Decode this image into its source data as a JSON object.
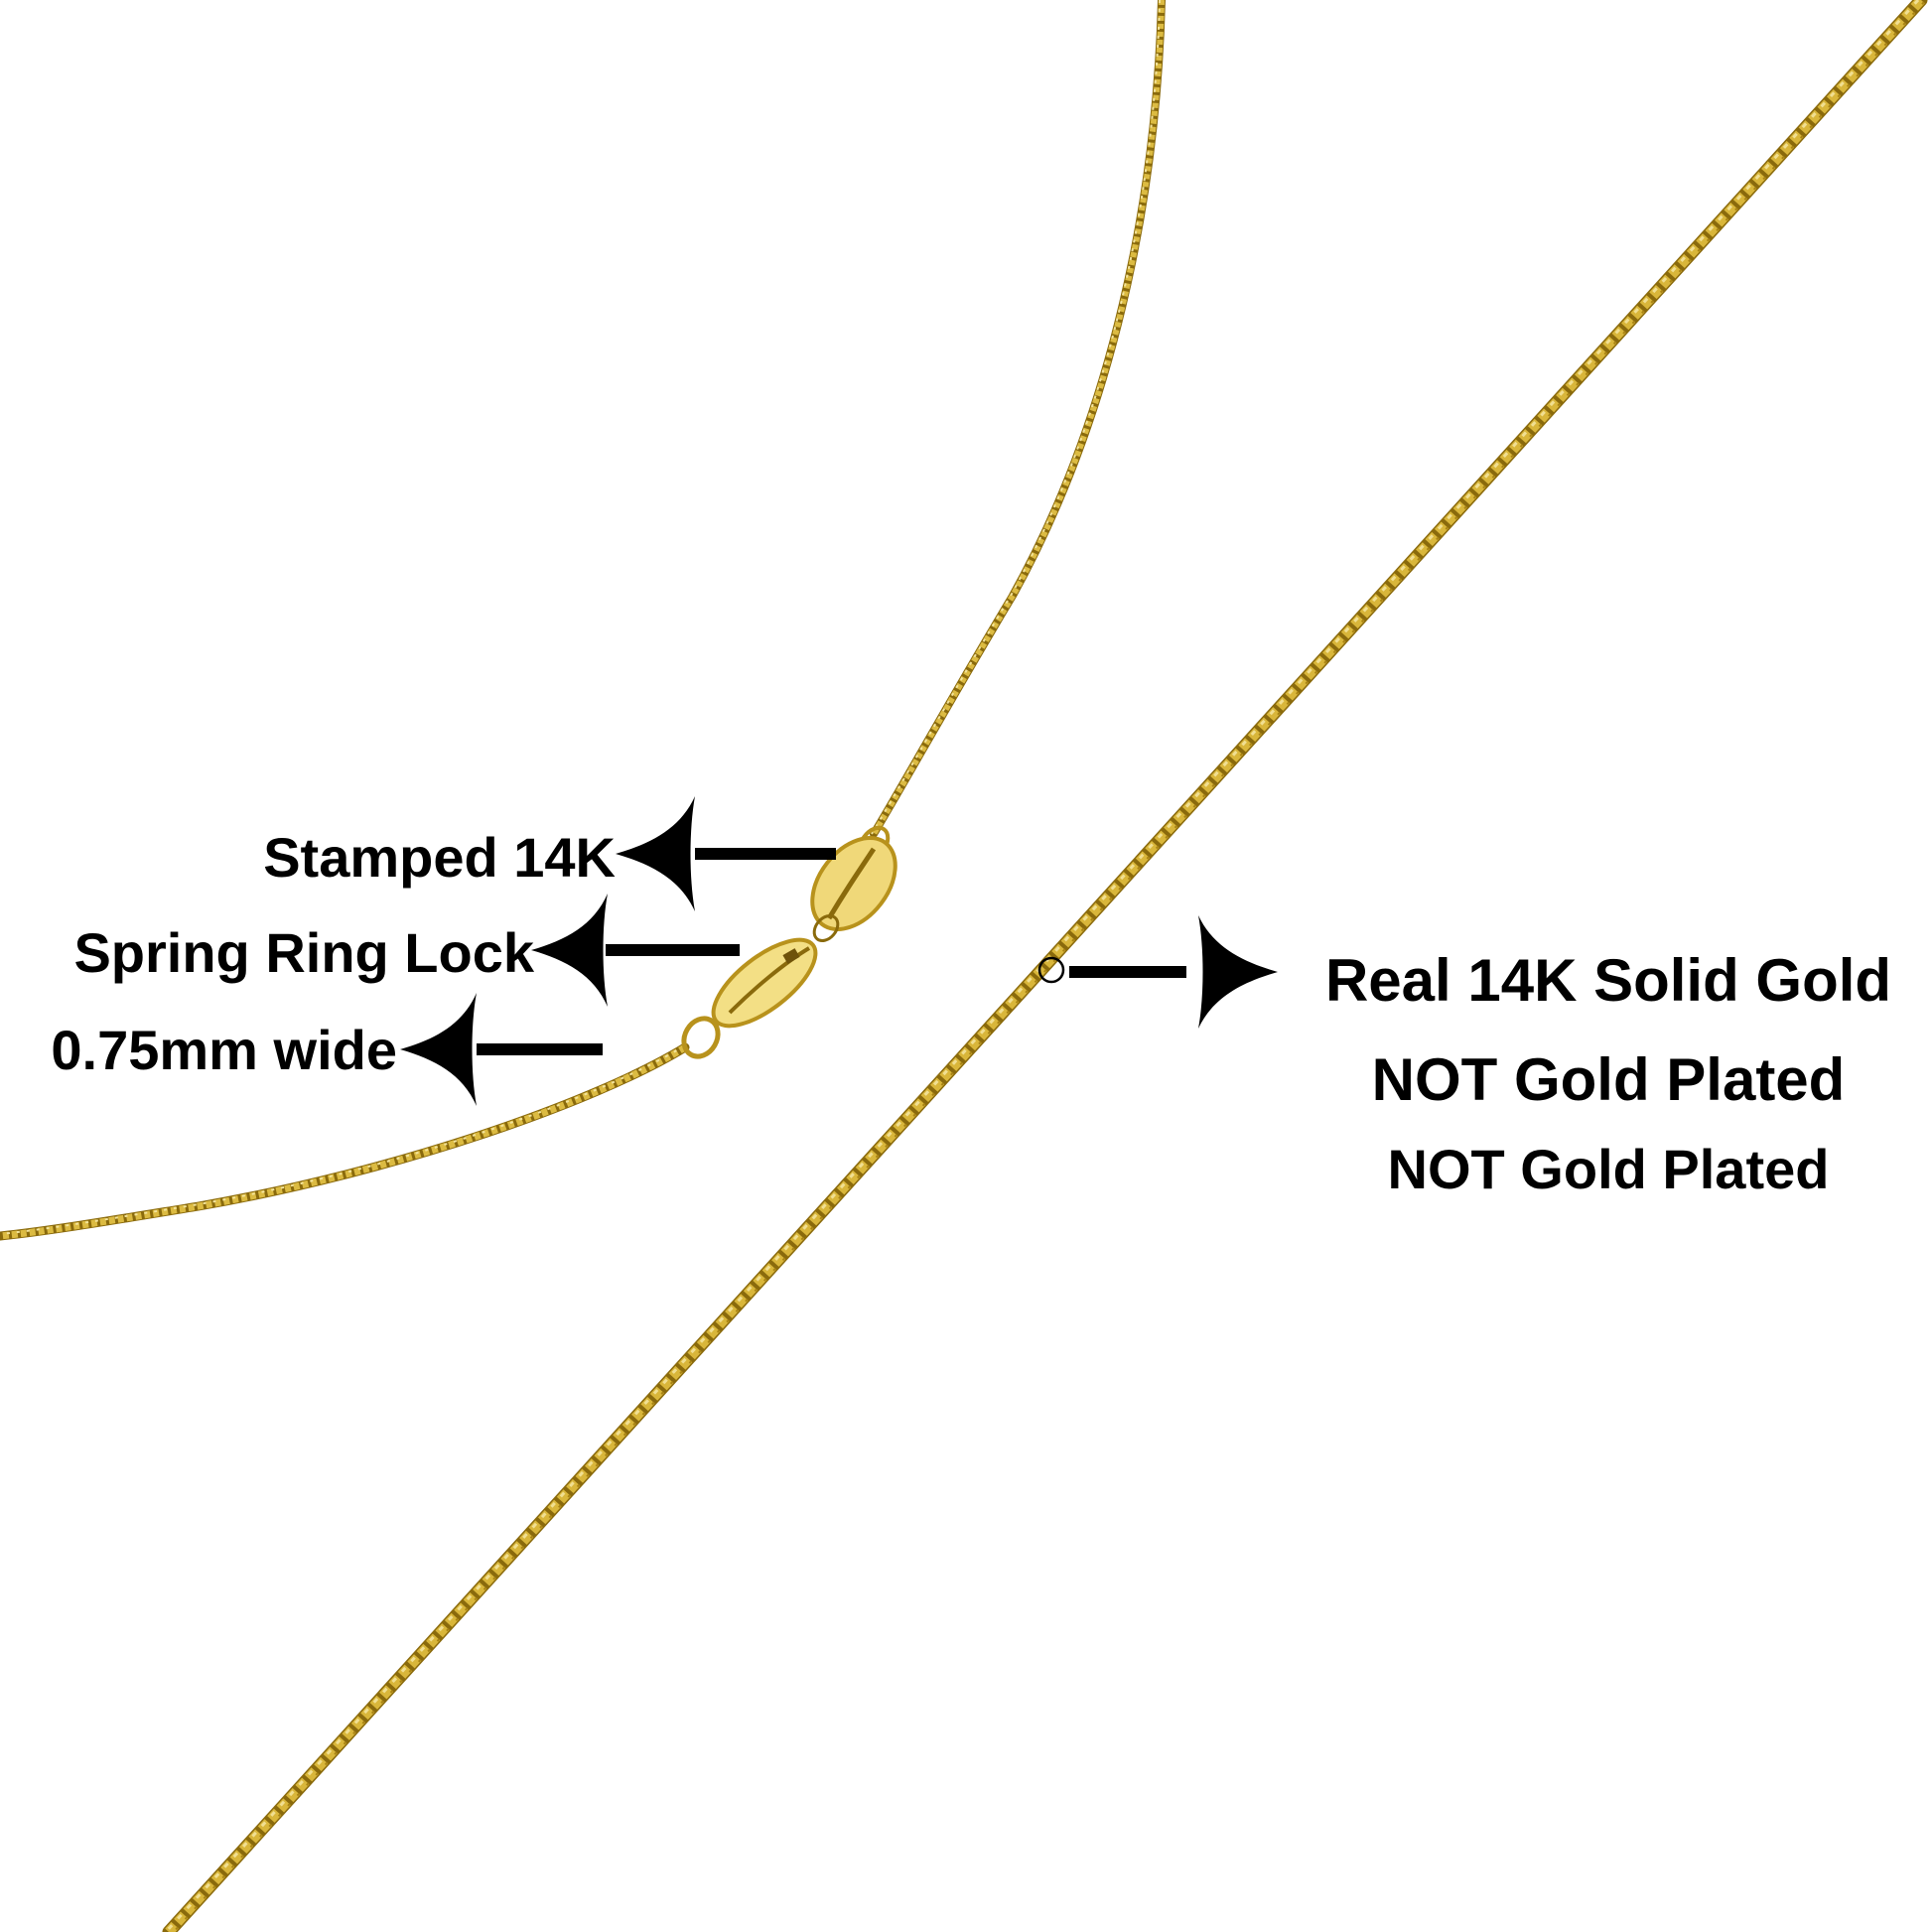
{
  "image": {
    "background": "#ffffff",
    "subject": "14K yellow gold box chain necklace with spring ring clasp"
  },
  "colors": {
    "gold_main": "#d9b63a",
    "gold_light": "#f1df92",
    "gold_dark": "#8a6a0c",
    "text": "#000000",
    "arrow": "#000000"
  },
  "annotations": {
    "stamped": {
      "text": "Stamped 14K",
      "arrow_direction": "left",
      "icon": "arrow-left-icon"
    },
    "clasp": {
      "text": "Spring Ring Lock",
      "arrow_direction": "left",
      "icon": "arrow-left-icon"
    },
    "width": {
      "text": "0.75mm wide",
      "arrow_direction": "left",
      "icon": "arrow-left-icon"
    },
    "solid_gold": {
      "text": "Real 14K Solid Gold",
      "arrow_direction": "right",
      "icon": "arrow-right-icon",
      "marker": "circle-marker-icon"
    },
    "not_plated_1": {
      "text": "NOT Gold Plated"
    },
    "not_plated_2": {
      "text": "NOT Gold Plated"
    }
  }
}
